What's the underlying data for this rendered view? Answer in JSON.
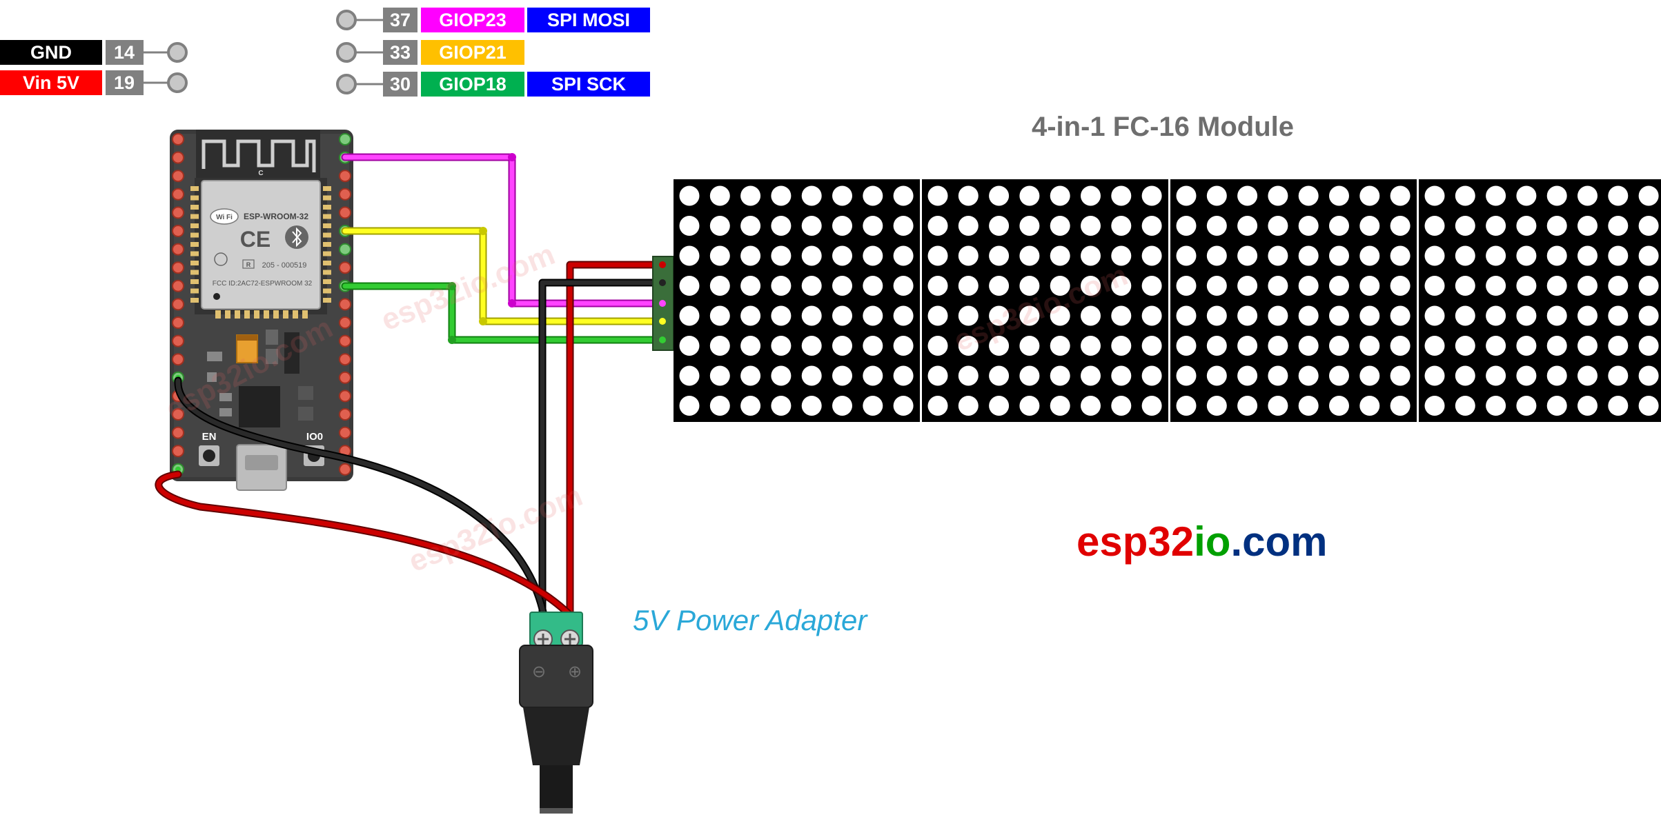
{
  "pin_labels": {
    "left": [
      {
        "name": "GND",
        "pin": "14",
        "name_color": "#000000"
      },
      {
        "name": "Vin 5V",
        "pin": "19",
        "name_color": "#ff0000"
      }
    ],
    "right": [
      {
        "pin": "37",
        "gpio": "GIOP23",
        "gpio_color": "#ff00ff",
        "spi": "SPI MOSI"
      },
      {
        "pin": "33",
        "gpio": "GIOP21",
        "gpio_color": "#ffc000",
        "spi": ""
      },
      {
        "pin": "30",
        "gpio": "GIOP18",
        "gpio_color": "#00b050",
        "spi": "SPI SCK"
      }
    ],
    "pin_box_color": "#808080",
    "spi_color": "#0000ff"
  },
  "esp32": {
    "module_text": "ESP-WROOM-32",
    "wifi_text": "Wi Fi",
    "ce_text": "CE",
    "reg_text": "R",
    "reg_code": "205 - 000519",
    "fcc_text": "FCC ID:2AC72-ESPWROOM 32",
    "antenna_mark": "C",
    "btn_left": "EN",
    "btn_right": "IO0"
  },
  "matrix": {
    "title": "4-in-1 FC-16 Module",
    "modules": 4,
    "rows": 8,
    "cols": 8
  },
  "adapter": {
    "label": "5V Power Adapter",
    "minus": "⊖",
    "plus": "⊕"
  },
  "brand": {
    "part1": "esp32",
    "part2": "io",
    "part3": ".com",
    "color1": "#e00000",
    "color2": "#00a000",
    "color3": "#003080"
  },
  "watermark": "esp32io.com",
  "wire_colors": {
    "mosi": "#ff33ff",
    "sda": "#ffff00",
    "sck": "#33cc33",
    "vcc": "#cc0000",
    "gnd": "#222222"
  }
}
